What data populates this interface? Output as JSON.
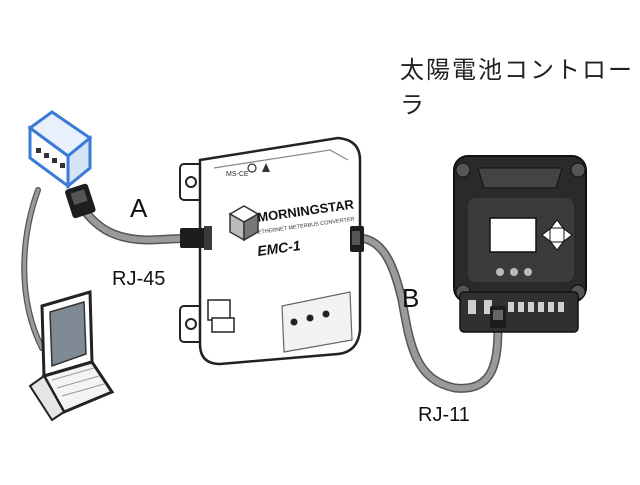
{
  "title": "太陽電池コントローラ",
  "labels": {
    "a": "A",
    "b": "B",
    "rj45": "RJ-45",
    "rj11": "RJ-11"
  },
  "converter": {
    "brand": "MORNINGSTAR",
    "subtitle": "ETHERNET METERBUS CONVERTER",
    "model": "EMC-1"
  },
  "colors": {
    "cable": "#9a9a9a",
    "switch_blue": "#3a7bd5",
    "device_dark": "#2a2a2a"
  }
}
